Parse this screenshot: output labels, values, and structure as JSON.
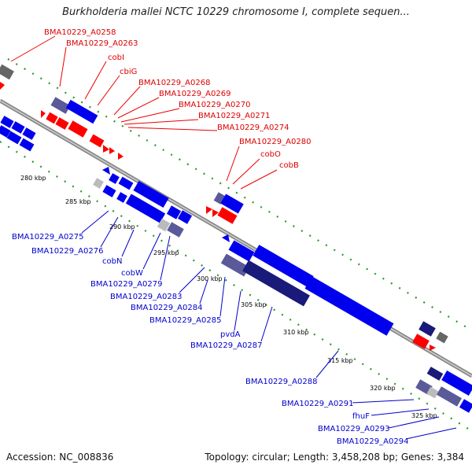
{
  "title": "Burkholderia mallei NCTC 10229 chromosome I, complete sequen...",
  "footer": {
    "accession": "Accession: NC_008836",
    "info": "Topology: circular; Length: 3,458,208 bp; Genes: 3,384"
  },
  "colors": {
    "forward_label": "#dd0000",
    "reverse_label": "#0000cc",
    "forward_feature": "#ff0000",
    "reverse_feature": "#0000ee",
    "dark_feature": "#1a1a7a",
    "slate_feature": "#5a5a9a",
    "tick": "#2a9a2a",
    "backbone": "#888888"
  },
  "kbp_ticks": [
    "280 kbp",
    "285 kbp",
    "290 kbp",
    "295 kbp",
    "300 kbp",
    "305 kbp",
    "310 kbp",
    "315 kbp",
    "320 kbp",
    "325 kbp"
  ],
  "forward_labels": [
    "BMA10229_A0258",
    "BMA10229_A0263",
    "cobI",
    "cbiG",
    "BMA10229_A0268",
    "BMA10229_A0269",
    "BMA10229_A0270",
    "BMA10229_A0271",
    "BMA10229_A0274",
    "BMA10229_A0280",
    "cobO",
    "cobB"
  ],
  "reverse_labels": [
    "BMA10229_A0275",
    "BMA10229_A0276",
    "cobN",
    "cobW",
    "BMA10229_A0279",
    "BMA10229_A0283",
    "BMA10229_A0284",
    "BMA10229_A0285",
    "pvdA",
    "BMA10229_A0287",
    "BMA10229_A0288",
    "BMA10229_A0291",
    "fhuF",
    "BMA10229_A0293",
    "BMA10229_A0294"
  ]
}
